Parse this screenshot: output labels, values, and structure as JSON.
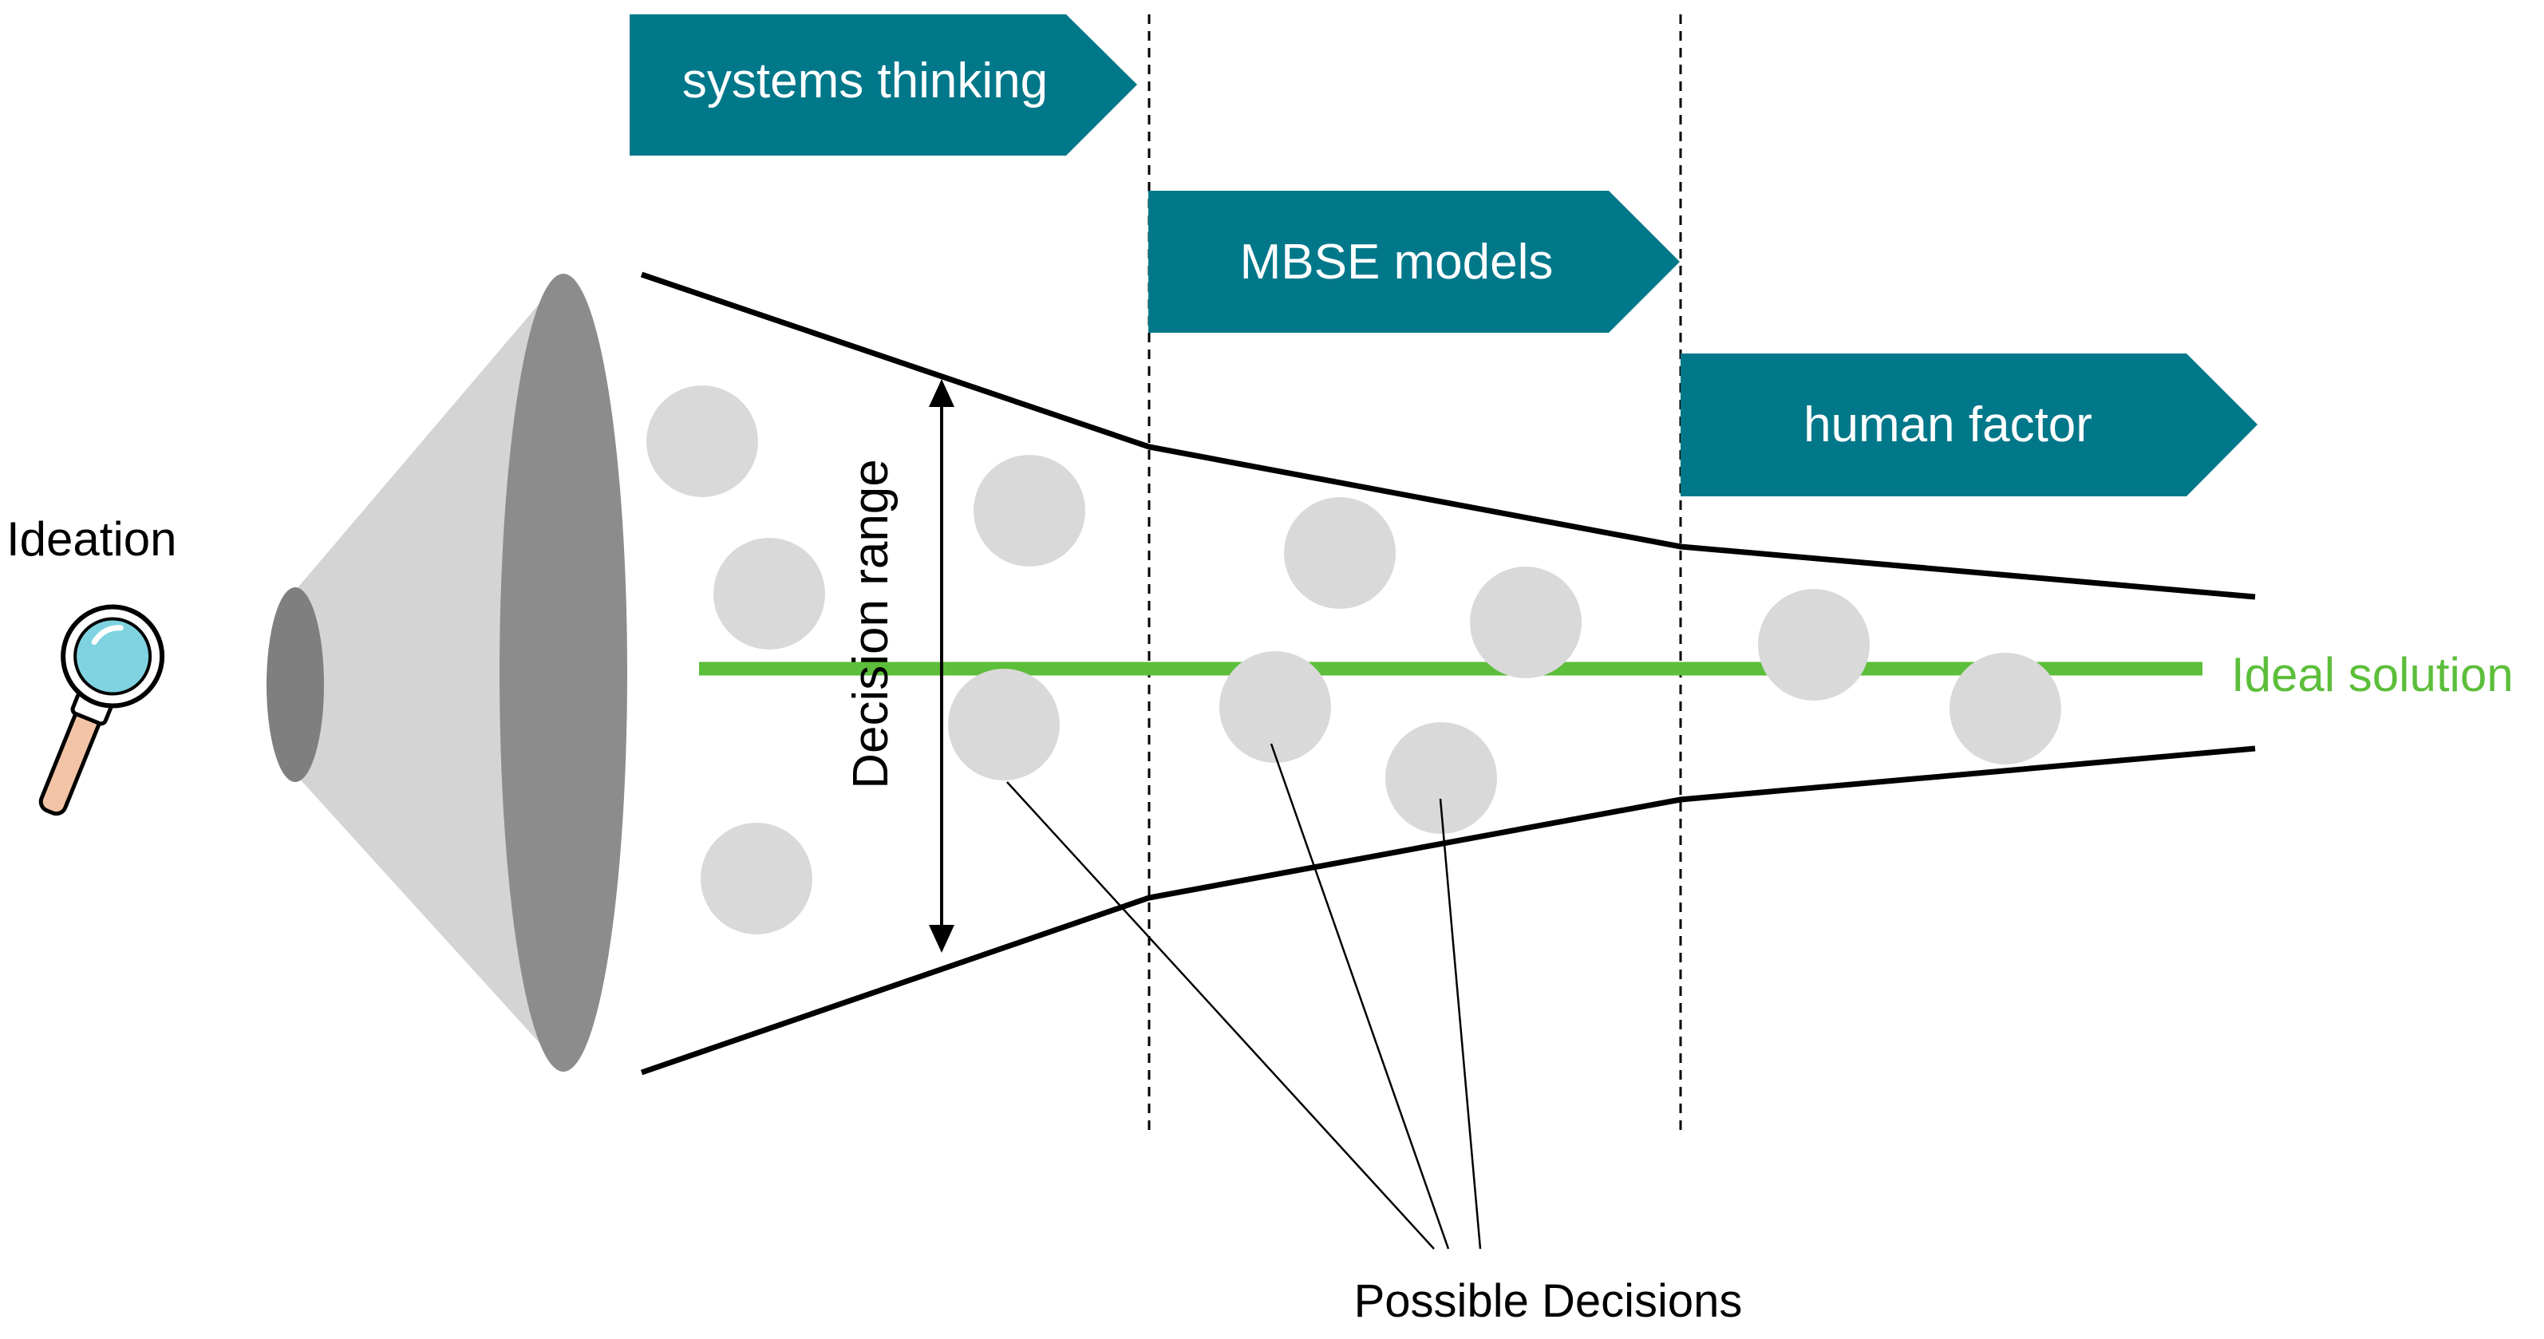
{
  "colors": {
    "stage_fill": "#00788A",
    "stage_text": "#ffffff",
    "ideal_line": "#5CBE3A",
    "ideal_text": "#5CBE3A",
    "funnel_line": "#000000",
    "circle_fill": "#D9D9D9",
    "cone_light": "#D4D4D4",
    "cone_dark": "#8A8A8A",
    "divider": "#000000"
  },
  "stages": [
    {
      "label": "systems thinking"
    },
    {
      "label": "MBSE models"
    },
    {
      "label": "human factor"
    }
  ],
  "labels": {
    "ideation": "Ideation",
    "decision_range": "Decision range",
    "ideal_solution": "Ideal solution",
    "possible_decisions": "Possible Decisions"
  },
  "icons": {
    "ideation": "magnifying-glass-icon"
  }
}
